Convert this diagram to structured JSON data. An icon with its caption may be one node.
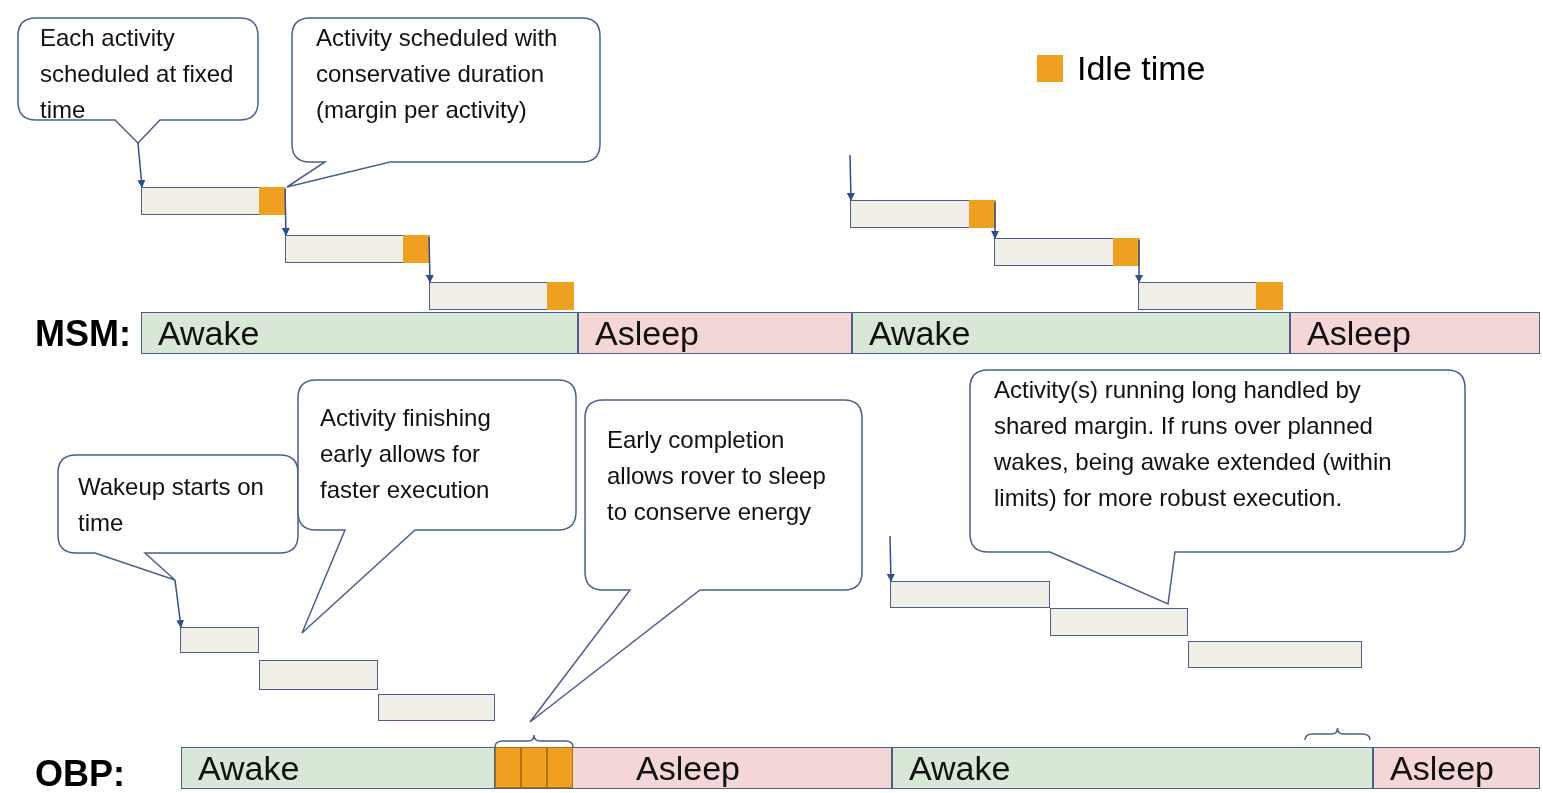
{
  "diagram": {
    "nodes": [
      {
        "text": [
          "Each activity scheduled at fixed time"
        ]
      },
      {
        "text": [
          "Activity scheduled with conservative duration (margin per activity)"
        ]
      },
      {
        "text": [],
        "shape": "bar"
      },
      {
        "text": [],
        "shape": "box",
        "in": 2
      },
      {
        "text": [],
        "shape": "bar"
      },
      {
        "text": [],
        "shape": "box",
        "in": 4
      },
      {
        "text": [],
        "shape": "bar"
      },
      {
        "text": [],
        "shape": "box",
        "in": 6
      },
      {
        "text": [],
        "shape": "bar"
      },
      {
        "text": [],
        "shape": "box",
        "in": 8
      },
      {
        "text": [],
        "shape": "bar"
      },
      {
        "text": [],
        "shape": "box",
        "in": 10
      },
      {
        "text": [],
        "shape": "bar"
      },
      {
        "text": [],
        "shape": "box",
        "in": 12
      },
      {
        "text": [
          "Awake"
        ]
      },
      {
        "text": [
          "Asleep"
        ]
      },
      {
        "text": [
          "Awake"
        ]
      },
      {
        "text": [
          "Asleep"
        ]
      },
      {
        "text": [
          "Wakeup starts on time"
        ]
      },
      {
        "text": [
          "Activity finishing early allows for faster execution"
        ]
      },
      {
        "text": [
          "Early completion allows rover to sleep to conserve energy"
        ]
      },
      {
        "text": [
          "Activity(s) running long handled by shared margin.  If runs over planned wakes, being awake extended (within limits) for more robust execution."
        ]
      },
      {
        "text": [],
        "shape": "bar"
      },
      {
        "text": [],
        "shape": "bar"
      },
      {
        "text": [],
        "shape": "bar"
      },
      {
        "text": [],
        "shape": "bar"
      },
      {
        "text": [],
        "shape": "bar"
      },
      {
        "text": [],
        "shape": "bar"
      },
      {
        "text": [
          "Awake"
        ]
      },
      {
        "text": [
          "Asleep"
        ]
      },
      {
        "text": [],
        "shape": "box",
        "in": 29
      },
      {
        "text": [],
        "shape": "box",
        "in": 29
      },
      {
        "text": [],
        "shape": "box",
        "in": 29
      },
      {
        "text": [
          "Awake"
        ]
      },
      {
        "text": [
          "Asleep"
        ]
      }
    ],
    "edges": [
      {
        "from": 0,
        "to": 2,
        "arrow": "to"
      },
      {
        "from": 2,
        "to": 4,
        "arrow": "to"
      },
      {
        "from": 4,
        "to": 6,
        "arrow": "to"
      },
      {
        "from": null,
        "to": 8,
        "arrow": "to"
      },
      {
        "from": 8,
        "to": 10,
        "arrow": "to"
      },
      {
        "from": 10,
        "to": 12,
        "arrow": "to"
      },
      {
        "from": 18,
        "to": 22,
        "arrow": "to"
      },
      {
        "from": null,
        "to": 25,
        "arrow": "to"
      }
    ],
    "labels": [
      "MSM:",
      "OBP:"
    ],
    "legend": [
      {
        "text": "Idle time",
        "color": "#f0a020"
      }
    ]
  }
}
